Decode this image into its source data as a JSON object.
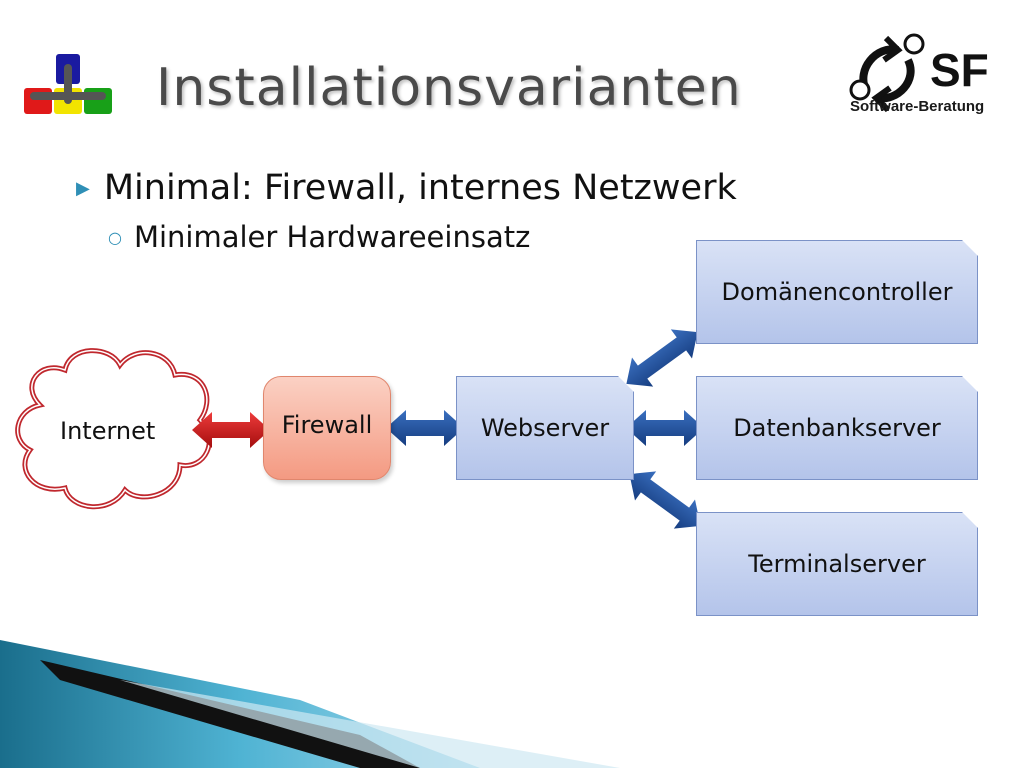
{
  "slide": {
    "title": "Installationsvarianten",
    "bullet_level1": "Minimal: Firewall, internes Netzwerk",
    "bullet_level2": "Minimaler Hardwareeinsatz",
    "logo_text": "SF",
    "logo_subtitle": "Software-Beratung"
  },
  "diagram": {
    "internet": "Internet",
    "firewall": "Firewall",
    "webserver": "Webserver",
    "domaincontroller": "Domänencontroller",
    "databaseserver": "Datenbankserver",
    "terminalserver": "Terminalserver"
  },
  "colors": {
    "title": "#4a4a4a",
    "bullet_marker": "#2f8fb6",
    "arrow_red": "#cc1a1a",
    "arrow_blue": "#1d4d96",
    "server_fill": "#c7d3ef",
    "firewall_fill": "#f6a990",
    "cloud_stroke": "#c0282e"
  }
}
